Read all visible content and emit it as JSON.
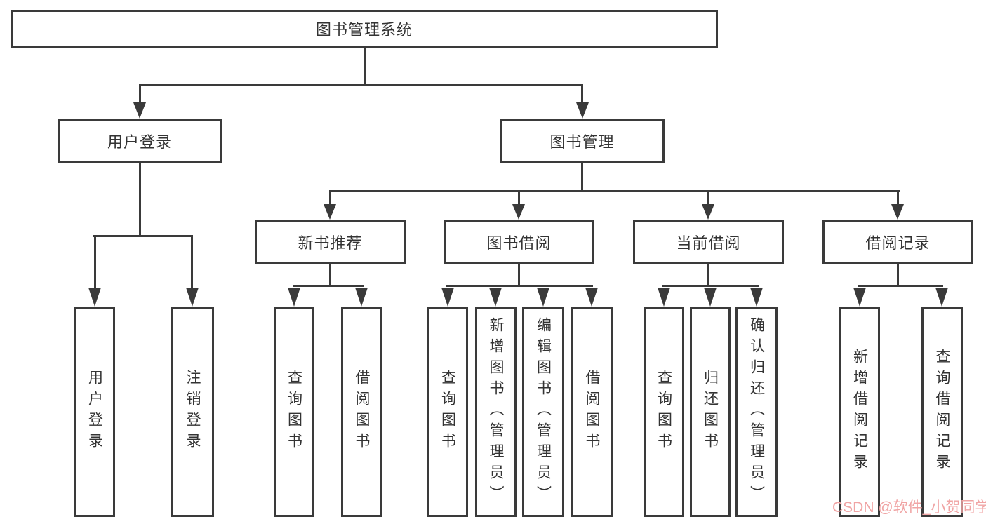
{
  "diagram": {
    "root": {
      "label": "图书管理系统"
    },
    "branches": [
      {
        "label": "用户登录",
        "children": [
          {
            "label": "用户登录"
          },
          {
            "label": "注销登录"
          }
        ]
      },
      {
        "label": "图书管理",
        "groups": [
          {
            "label": "新书推荐",
            "children": [
              {
                "label": "查询图书"
              },
              {
                "label": "借阅图书"
              }
            ]
          },
          {
            "label": "图书借阅",
            "children": [
              {
                "label": "查询图书"
              },
              {
                "label": "新增图书（管理员）"
              },
              {
                "label": "编辑图书（管理员）"
              },
              {
                "label": "借阅图书"
              }
            ]
          },
          {
            "label": "当前借阅",
            "children": [
              {
                "label": "查询图书"
              },
              {
                "label": "归还图书"
              },
              {
                "label": "确认归还（管理员）"
              }
            ]
          },
          {
            "label": "借阅记录",
            "children": [
              {
                "label": "新增借阅记录"
              },
              {
                "label": "查询借阅记录"
              }
            ]
          }
        ]
      }
    ]
  },
  "watermark": {
    "text": "CSDN @软件_小贺同学",
    "color": "#f0a4a4"
  },
  "colors": {
    "line": "#3a3a3a",
    "text": "#333333",
    "background": "#ffffff"
  }
}
